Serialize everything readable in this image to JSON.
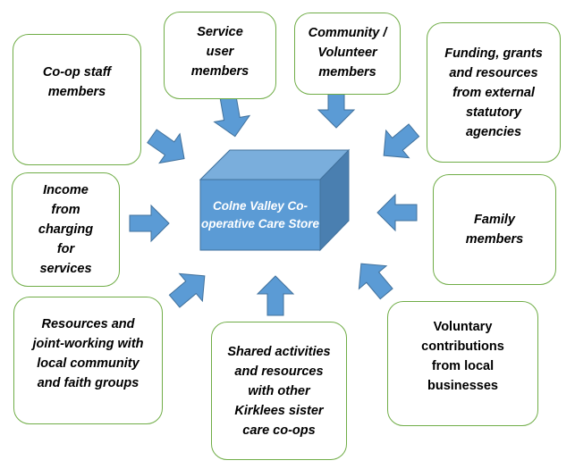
{
  "center": {
    "label": "Colne Valley Co-operative Care Store"
  },
  "sources": [
    {
      "label": "Co-op staff members"
    },
    {
      "label": "Service user members"
    },
    {
      "label": "Community / Volunteer members"
    },
    {
      "label": "Funding, grants and resources from external statutory agencies"
    },
    {
      "label": "Income from charging for services"
    },
    {
      "label": "Family members"
    },
    {
      "label": "Resources and joint-working with local community and faith groups"
    },
    {
      "label": "Shared activities and resources with other Kirklees sister care co-ops"
    },
    {
      "label": "Voluntary contributions from local businesses"
    }
  ],
  "colors": {
    "box_border": "#70AD47",
    "arrow_fill": "#5B9BD5",
    "arrow_stroke": "#41719C",
    "cube_front": "#5B9BD5",
    "cube_top": "#7AAEDC",
    "cube_side": "#4A7FB0"
  }
}
